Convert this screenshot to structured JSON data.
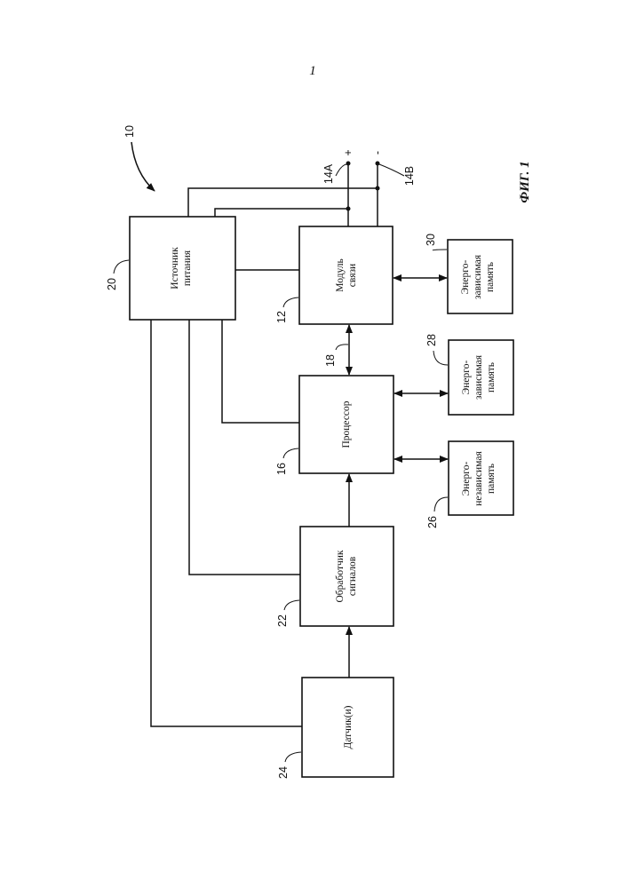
{
  "page_number": "1",
  "figure_label": "ФИГ. 1",
  "system_ref": "10",
  "blocks": {
    "power": {
      "ref": "20",
      "line1": "Источник",
      "line2": "питания"
    },
    "comm": {
      "ref": "12",
      "line1": "Модуль",
      "line2": "связи"
    },
    "processor": {
      "ref": "16",
      "line1": "Процессор"
    },
    "signal": {
      "ref": "22",
      "line1": "Обработчик",
      "line2": "сигналов"
    },
    "sensors": {
      "ref": "24",
      "line1": "Датчик(и)"
    },
    "mem30": {
      "ref": "30",
      "line1": "Энерго-",
      "line2": "зависимая",
      "line3": "память"
    },
    "mem28": {
      "ref": "28",
      "line1": "Энерго-",
      "line2": "зависимая",
      "line3": "память"
    },
    "mem26": {
      "ref": "26",
      "line1": "Энерго-",
      "line2": "независимая",
      "line3": "память"
    }
  },
  "terminals": {
    "a_ref": "14A",
    "a_sign": "+",
    "b_ref": "14B",
    "b_sign": "-"
  },
  "bus_ref": "18"
}
